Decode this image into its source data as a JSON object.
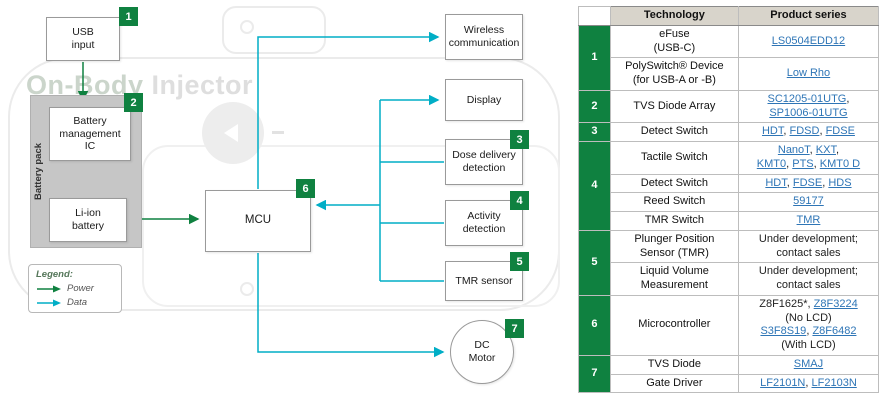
{
  "diagram": {
    "watermark_bold": "On-Body",
    "watermark_light": "Injector",
    "nodes": {
      "usb": {
        "label": "USB\ninput",
        "badge": "1"
      },
      "battery_pack": {
        "label": "Battery pack"
      },
      "bms": {
        "label": "Battery\nmanagement\nIC",
        "badge": "2"
      },
      "battery": {
        "label": "Li-ion\nbattery"
      },
      "mcu": {
        "label": "MCU",
        "badge": "6"
      },
      "wireless": {
        "label": "Wireless\ncommunication"
      },
      "display": {
        "label": "Display"
      },
      "dose": {
        "label": "Dose delivery\ndetection",
        "badge": "3"
      },
      "activity": {
        "label": "Activity\ndetection",
        "badge": "4"
      },
      "tmr": {
        "label": "TMR sensor",
        "badge": "5"
      },
      "motor": {
        "label": "DC\nMotor",
        "badge": "7"
      }
    },
    "legend": {
      "title": "Legend:",
      "power_label": "Power",
      "data_label": "Data"
    }
  },
  "table": {
    "headers": {
      "tech": "Technology",
      "product": "Product series"
    },
    "rows": [
      {
        "num": "1",
        "tech": "eFuse\n(USB-C)",
        "prod": [
          {
            "t": "LS0504EDD12",
            "l": true
          }
        ]
      },
      {
        "tech": "PolySwitch® Device\n(for USB-A or -B)",
        "prod": [
          {
            "t": "Low Rho",
            "l": true
          }
        ]
      },
      {
        "num": "2",
        "tech": "TVS Diode Array",
        "prod": [
          {
            "t": "SC1205-01UTG",
            "l": true
          },
          {
            "t": ",\n",
            "l": false
          },
          {
            "t": "SP1006-01UTG",
            "l": true
          }
        ]
      },
      {
        "num": "3",
        "tech": "Detect Switch",
        "prod": [
          {
            "t": "HDT",
            "l": true
          },
          {
            "t": ", ",
            "l": false
          },
          {
            "t": "FDSD",
            "l": true
          },
          {
            "t": ", ",
            "l": false
          },
          {
            "t": "FDSE",
            "l": true
          }
        ]
      },
      {
        "num": "4",
        "tech": "Tactile Switch",
        "prod": [
          {
            "t": "NanoT",
            "l": true
          },
          {
            "t": ", ",
            "l": false
          },
          {
            "t": "KXT",
            "l": true
          },
          {
            "t": ",\n",
            "l": false
          },
          {
            "t": "KMT0",
            "l": true
          },
          {
            "t": ", ",
            "l": false
          },
          {
            "t": "PTS",
            "l": true
          },
          {
            "t": ", ",
            "l": false
          },
          {
            "t": "KMT0 D",
            "l": true
          }
        ]
      },
      {
        "tech": "Detect Switch",
        "prod": [
          {
            "t": "HDT",
            "l": true
          },
          {
            "t": ", ",
            "l": false
          },
          {
            "t": "FDSE",
            "l": true
          },
          {
            "t": ", ",
            "l": false
          },
          {
            "t": "HDS",
            "l": true
          }
        ]
      },
      {
        "tech": "Reed Switch",
        "prod": [
          {
            "t": "59177",
            "l": true
          }
        ]
      },
      {
        "tech": "TMR Switch",
        "prod": [
          {
            "t": "TMR",
            "l": true
          }
        ]
      },
      {
        "num": "5",
        "tech": "Plunger Position\nSensor (TMR)",
        "prod": [
          {
            "t": "Under development;\ncontact sales",
            "l": false
          }
        ]
      },
      {
        "tech": "Liquid Volume\nMeasurement",
        "prod": [
          {
            "t": "Under development;\ncontact sales",
            "l": false
          }
        ]
      },
      {
        "num": "6",
        "tech": "Microcontroller",
        "prod": [
          {
            "t": "Z8F1625*, ",
            "l": false
          },
          {
            "t": "Z8F3224",
            "l": true
          },
          {
            "t": "\n(No LCD)\n",
            "l": false
          },
          {
            "t": "S3F8S19",
            "l": true
          },
          {
            "t": ", ",
            "l": false
          },
          {
            "t": "Z8F6482",
            "l": true
          },
          {
            "t": "\n(With LCD)",
            "l": false
          }
        ]
      },
      {
        "num": "7",
        "tech": "TVS Diode",
        "prod": [
          {
            "t": "SMAJ",
            "l": true
          }
        ]
      },
      {
        "tech": "Gate Driver",
        "prod": [
          {
            "t": "LF2101N",
            "l": true
          },
          {
            "t": ", ",
            "l": false
          },
          {
            "t": "LF2103N",
            "l": true
          }
        ]
      }
    ]
  },
  "colors": {
    "accent_green": "#0F8140",
    "data_teal": "#00AEC6",
    "link_blue": "#2E75B6",
    "header_bg": "#D8D4CB",
    "battery_gray": "#C6C6C6"
  }
}
